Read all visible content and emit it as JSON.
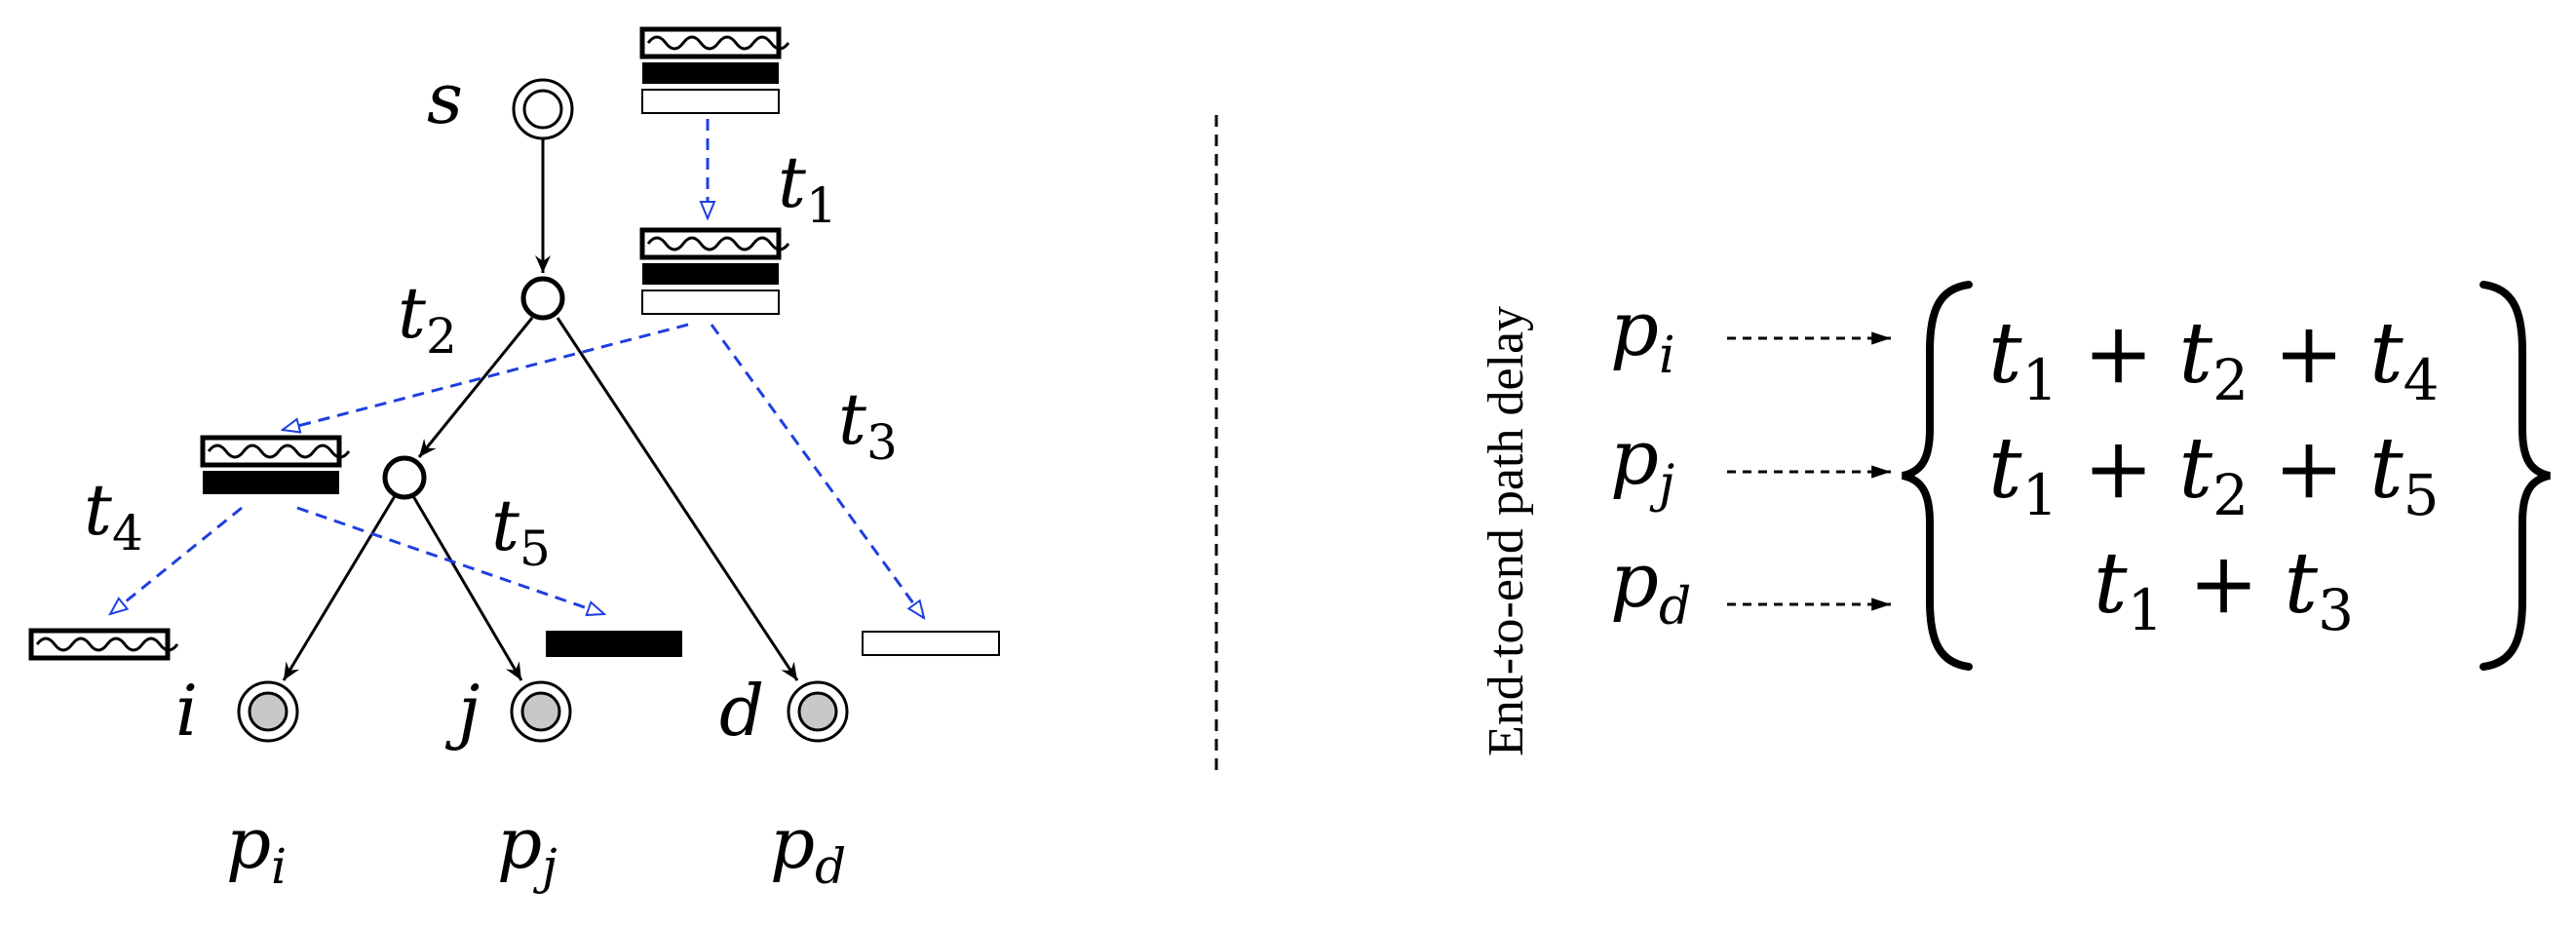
{
  "colors": {
    "tree_edge": "#000000",
    "flow_arrow": "#1f3fe0",
    "leaf_fill": "#c8c8c8",
    "separator": "#000000"
  },
  "tree": {
    "source_label": "s",
    "hop_labels": {
      "t1": {
        "base": "t",
        "sub": "1"
      },
      "t2": {
        "base": "t",
        "sub": "2"
      },
      "t3": {
        "base": "t",
        "sub": "3"
      },
      "t4": {
        "base": "t",
        "sub": "4"
      },
      "t5": {
        "base": "t",
        "sub": "5"
      }
    },
    "leaf_labels": {
      "i": "i",
      "j": "j",
      "d": "d"
    },
    "path_labels": {
      "pi": {
        "base": "p",
        "sub": "i"
      },
      "pj": {
        "base": "p",
        "sub": "j"
      },
      "pd": {
        "base": "p",
        "sub": "d"
      }
    }
  },
  "legend": {
    "vertical_label": "End-to-end path delay",
    "rows": [
      {
        "path": {
          "base": "p",
          "sub": "i"
        },
        "terms": [
          {
            "base": "t",
            "sub": "1"
          },
          {
            "base": "t",
            "sub": "2"
          },
          {
            "base": "t",
            "sub": "4"
          }
        ]
      },
      {
        "path": {
          "base": "p",
          "sub": "j"
        },
        "terms": [
          {
            "base": "t",
            "sub": "1"
          },
          {
            "base": "t",
            "sub": "2"
          },
          {
            "base": "t",
            "sub": "5"
          }
        ]
      },
      {
        "path": {
          "base": "p",
          "sub": "d"
        },
        "terms": [
          {
            "base": "t",
            "sub": "1"
          },
          {
            "base": "t",
            "sub": "3"
          }
        ]
      }
    ],
    "operator": "+"
  }
}
